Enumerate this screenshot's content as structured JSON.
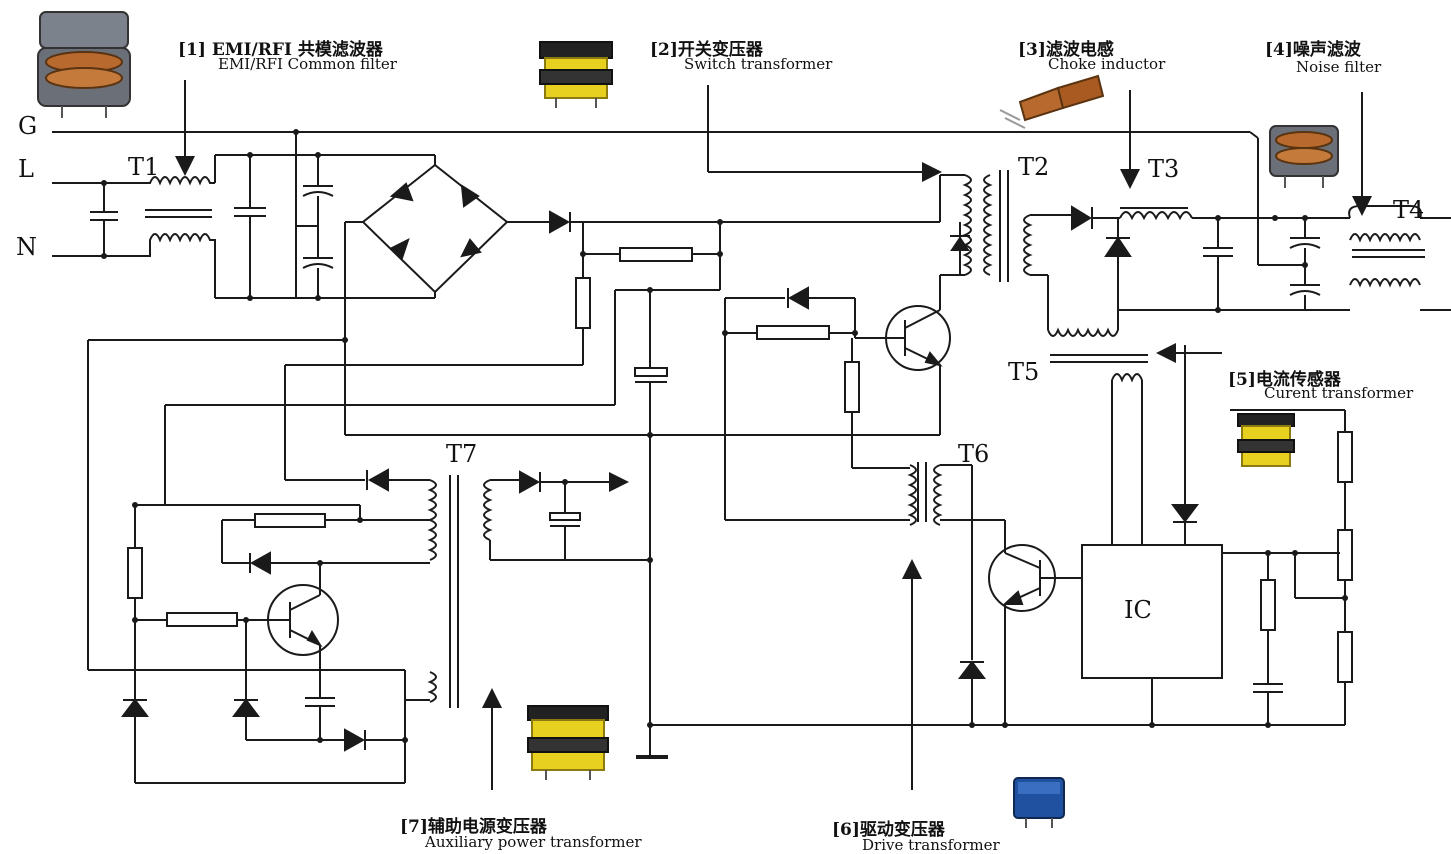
{
  "callouts": [
    {
      "cn": "[1] EMI/RFI  共模滤波器",
      "en": "EMI/RFI Common filter"
    },
    {
      "cn": "[2]开关变压器",
      "en": "Switch transformer"
    },
    {
      "cn": "[3]滤波电感",
      "en": "Choke inductor"
    },
    {
      "cn": "[4]噪声滤波",
      "en": "Noise filter"
    },
    {
      "cn": "[5]电流传感器",
      "en": "Curent transformer"
    },
    {
      "cn": "[6]驱动变压器",
      "en": "Drive transformer"
    },
    {
      "cn": "[7]辅助电源变压器",
      "en": "Auxiliary power transformer"
    }
  ],
  "rails": {
    "g": "G",
    "l": "L",
    "n": "N"
  },
  "designators": {
    "t1": "T1",
    "t2": "T2",
    "t3": "T3",
    "t4": "T4",
    "t5": "T5",
    "t6": "T6",
    "t7": "T7",
    "ic": "IC"
  },
  "colors": {
    "wire": "#1a1a1a",
    "component_yellow": "#e8d020",
    "component_copper": "#b86a2e",
    "component_blue": "#2050a0"
  }
}
